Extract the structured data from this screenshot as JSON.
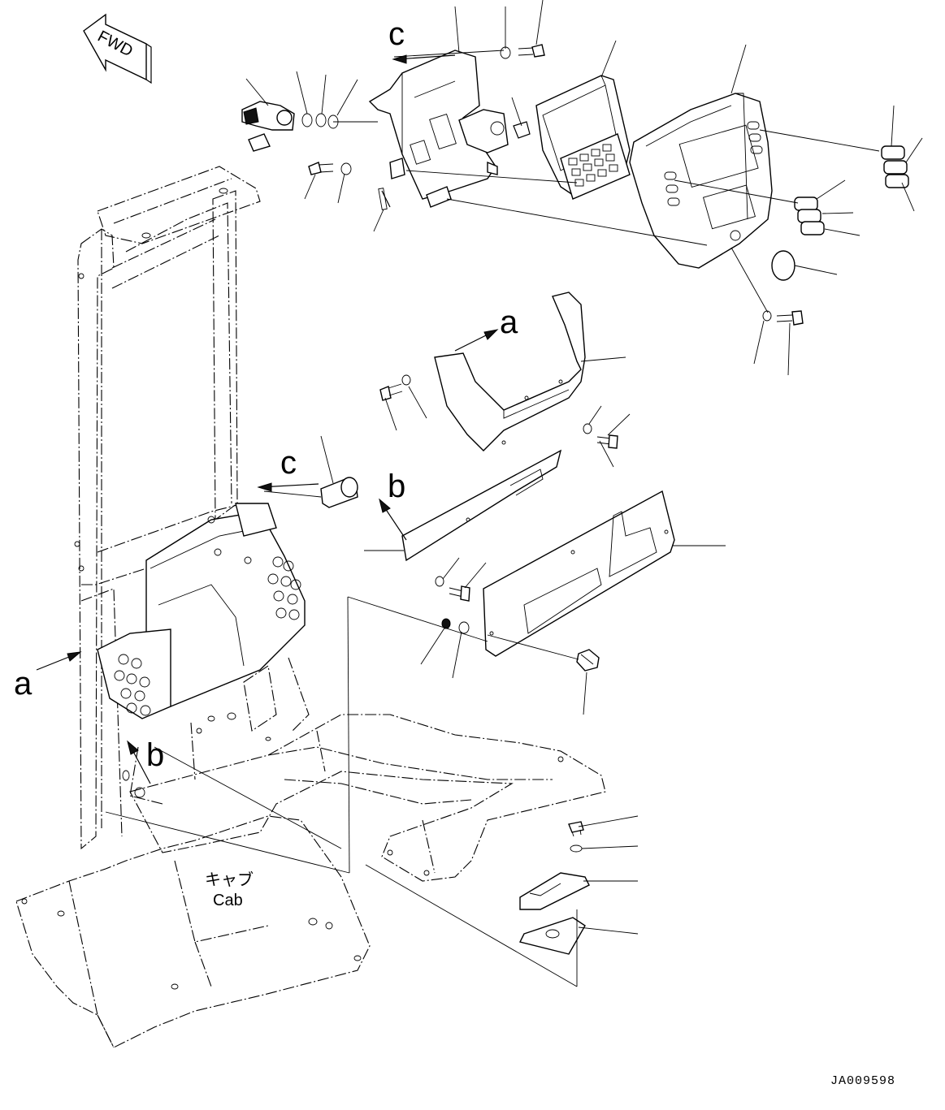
{
  "labels": {
    "fwd": "FWD",
    "view_a": "a",
    "view_b": "b",
    "view_c": "c",
    "cab_jp": "キャブ",
    "cab_en": "Cab",
    "drawing_code": "JA009598"
  }
}
